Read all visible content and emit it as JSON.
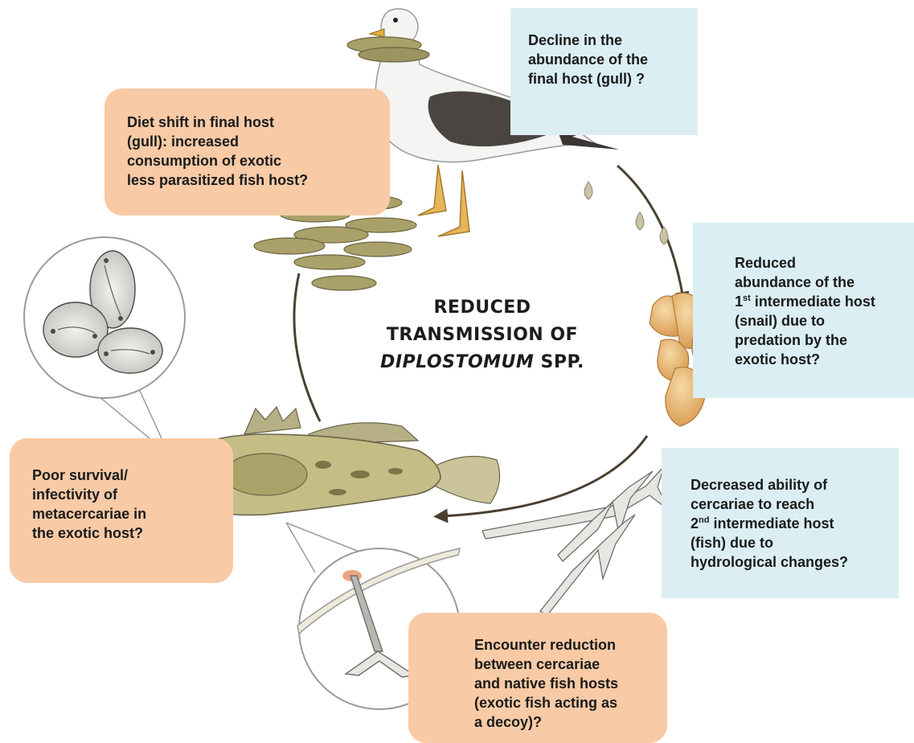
{
  "center": {
    "line1": "REDUCED",
    "line2": "TRANSMISSION OF",
    "line3_italic": "DIPLOSTOMUM",
    "line3_rest": " SPP."
  },
  "boxes": {
    "gull_decline": {
      "lines": [
        "Decline in the",
        "abundance of the",
        "final host (gull) ?"
      ]
    },
    "diet_shift": {
      "lines": [
        "Diet shift in final host",
        "(gull): increased",
        "consumption of exotic",
        "less parasitized fish host?"
      ]
    },
    "snail": {
      "line1": "Reduced",
      "line2": "abundance of the",
      "line3_num": "1",
      "line3_sup": "st",
      "line3_rest": " intermediate host",
      "line4": "(snail)  due to",
      "line5": "predation by the",
      "line6": "exotic host?"
    },
    "cercariae": {
      "line1": "Decreased ability of",
      "line2": "cercariae to reach",
      "line3_num": "2",
      "line3_sup": "nd",
      "line3_rest": " intermediate host",
      "line4": "(fish) due to",
      "line5": "hydrological changes?"
    },
    "metacercariae": {
      "lines": [
        "Poor survival/",
        "infectivity of",
        "metacercariae in",
        "the exotic host?"
      ]
    },
    "encounter": {
      "lines": [
        "Encounter reduction",
        "between cercariae",
        "and native fish hosts",
        "(exotic fish acting as",
        "a decoy)?"
      ]
    }
  },
  "colors": {
    "orange_box": "#f8caa6",
    "blue_box": "#dbeef4",
    "arrow": "#4a4030"
  }
}
